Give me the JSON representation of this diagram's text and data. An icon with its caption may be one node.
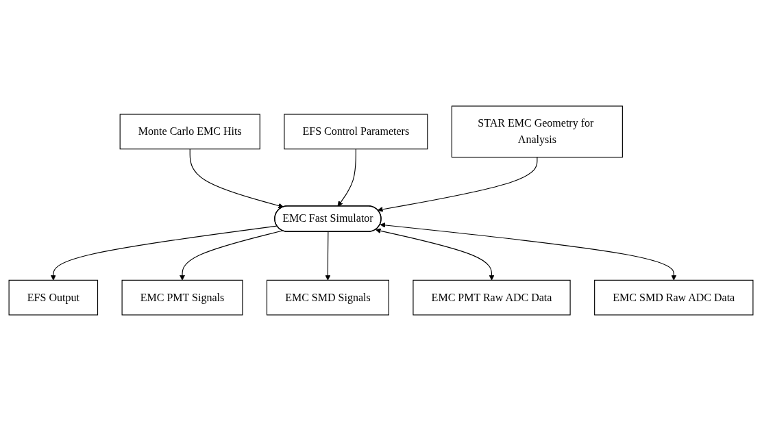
{
  "diagram": {
    "nodes": [
      {
        "text": [
          "Monte Carlo EMC Hits"
        ]
      },
      {
        "text": [
          "EFS Control Parameters"
        ]
      },
      {
        "text": [
          "EMC Fast Simulator"
        ]
      },
      {
        "text": [
          "STAR EMC Geometry for Analysis"
        ]
      },
      {
        "text": [
          "EFS Output"
        ]
      },
      {
        "text": [
          "EMC PMT Signals"
        ]
      },
      {
        "text": [
          "EMC SMD Signals"
        ]
      },
      {
        "text": [
          "EMC PMT Raw ADC Data"
        ]
      },
      {
        "text": [
          "EMC SMD Raw ADC Data"
        ]
      }
    ],
    "edges": [
      {
        "from": 0,
        "to": 2,
        "arrow": "to"
      },
      {
        "from": 1,
        "to": 2,
        "arrow": "to"
      },
      {
        "from": 3,
        "to": 2,
        "arrow": "to"
      },
      {
        "from": 2,
        "to": 4,
        "arrow": "to"
      },
      {
        "from": 2,
        "to": 5,
        "arrow": "to"
      },
      {
        "from": 2,
        "to": 6,
        "arrow": "to"
      },
      {
        "from": 2,
        "to": 7,
        "arrow": "both"
      },
      {
        "from": 2,
        "to": 8,
        "arrow": "both"
      }
    ]
  }
}
